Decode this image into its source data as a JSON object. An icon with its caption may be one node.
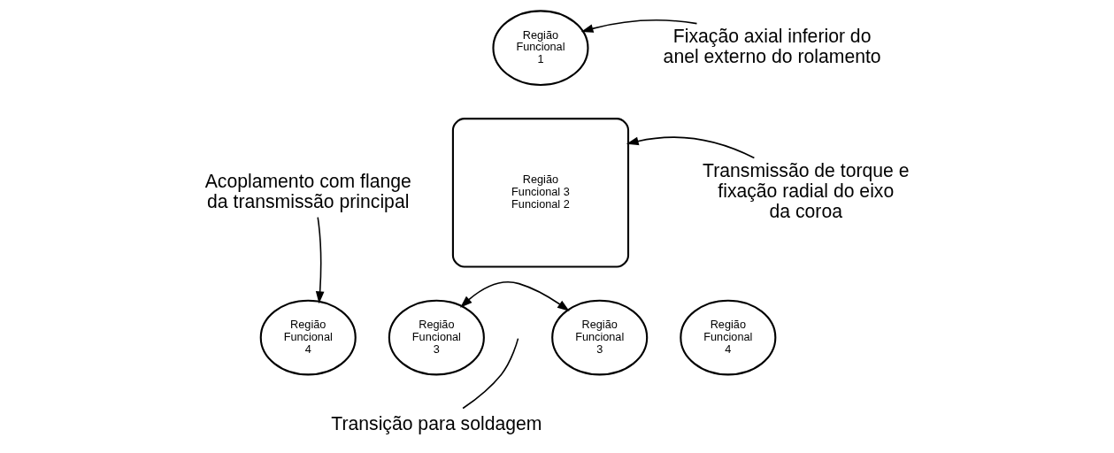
{
  "diagram": {
    "nodes": [
      {
        "text": [
          "Região Funcional 1"
        ]
      },
      {
        "text": [
          "Fixação axial inferior do anel externo do rolamento"
        ]
      },
      {
        "text": [
          "Acoplamento com flange da transmissão principal"
        ]
      },
      {
        "text": [
          "Região Funcional 3 Funcional 2"
        ]
      },
      {
        "text": [
          "Transmissão de torque e fixação radial do eixo da coroa"
        ]
      },
      {
        "text": [
          "Região Funcional 4"
        ]
      },
      {
        "text": [
          "Região Funcional 3"
        ]
      },
      {
        "text": [
          "Região Funcional 3"
        ]
      },
      {
        "text": [
          "Região Funcional 4"
        ]
      },
      {
        "text": [
          "Transição para soldagem"
        ]
      }
    ],
    "edges": [
      {
        "from": 1,
        "to": 0,
        "arrow": "to"
      },
      {
        "from": 4,
        "to": 3,
        "arrow": "to"
      },
      {
        "from": 2,
        "to": 5,
        "arrow": "to"
      },
      {
        "from": 6,
        "to": 7,
        "arrow": "both"
      },
      {
        "from": 9,
        "to": null,
        "arrow": "none"
      }
    ]
  }
}
